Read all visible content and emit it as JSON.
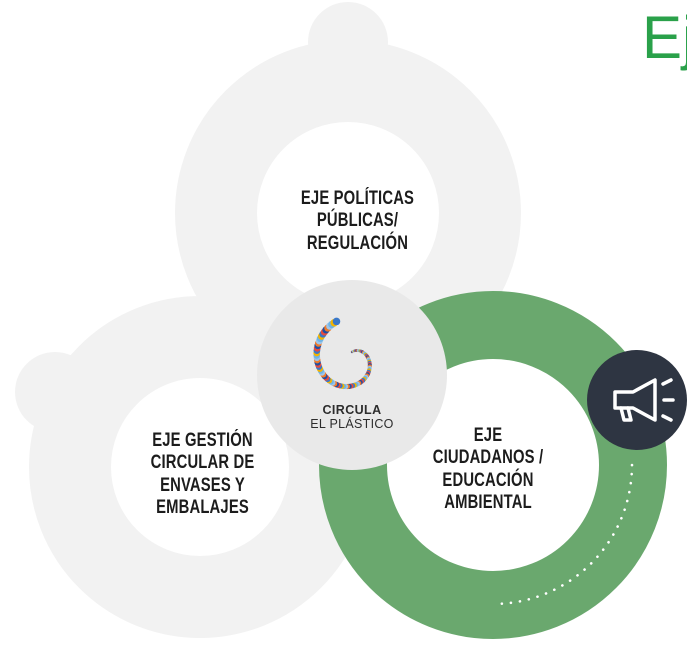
{
  "header": {
    "title_fragment": "Ej"
  },
  "axes": [
    {
      "id": "top",
      "lines": [
        "EJE POLÍTICAS",
        "PÚBLICAS/",
        "REGULACIÓN"
      ]
    },
    {
      "id": "left",
      "lines": [
        "EJE GESTIÓN",
        "CIRCULAR DE",
        "ENVASES Y",
        "EMBALAJES"
      ]
    },
    {
      "id": "right",
      "lines": [
        "EJE",
        "CIUDADANOS /",
        "EDUCACIÓN",
        "AMBIENTAL"
      ],
      "highlighted": true
    }
  ],
  "logo": {
    "line1": "CIRCULA",
    "line2": "EL PLÁSTICO"
  },
  "icons": {
    "highlight_badge": "megaphone-icon",
    "logo_mark": "dot-spiral-icon"
  },
  "colors": {
    "accent_green": "#6aa86e",
    "ring_grey": "#f2f2f2",
    "center_grey": "#e9e9e9",
    "badge_dark": "#2e3542",
    "title_green": "#2aa14a",
    "text_dark": "#1c1c1c"
  }
}
